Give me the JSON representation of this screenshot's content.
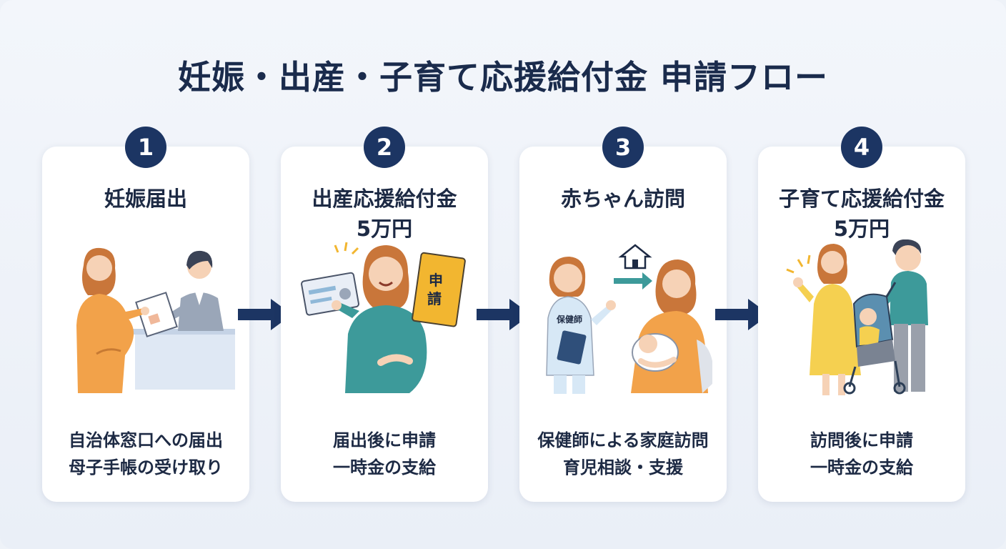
{
  "title": "妊娠・出産・子育て応援給付金 申請フロー",
  "steps": [
    {
      "number": "1",
      "title_line1": "妊娠届出",
      "title_line2": "",
      "desc_line1": "自治体窓口への届出",
      "desc_line2": "母子手帳の受け取り"
    },
    {
      "number": "2",
      "title_line1": "出産応援給付金",
      "title_line2": "5万円",
      "desc_line1": "届出後に申請",
      "desc_line2": "一時金の支給",
      "envelope_text1": "申",
      "envelope_text2": "請"
    },
    {
      "number": "3",
      "title_line1": "赤ちゃん訪問",
      "title_line2": "",
      "desc_line1": "保健師による家庭訪問",
      "desc_line2": "育児相談・支援",
      "nurse_badge": "保健師"
    },
    {
      "number": "4",
      "title_line1": "子育て応援給付金",
      "title_line2": "5万円",
      "desc_line1": "訪問後に申請",
      "desc_line2": "一時金の支給"
    }
  ],
  "colors": {
    "navy": "#1c3563",
    "orange": "#f2a24a",
    "teal": "#3d9a9a",
    "skin": "#f6d2b6"
  }
}
